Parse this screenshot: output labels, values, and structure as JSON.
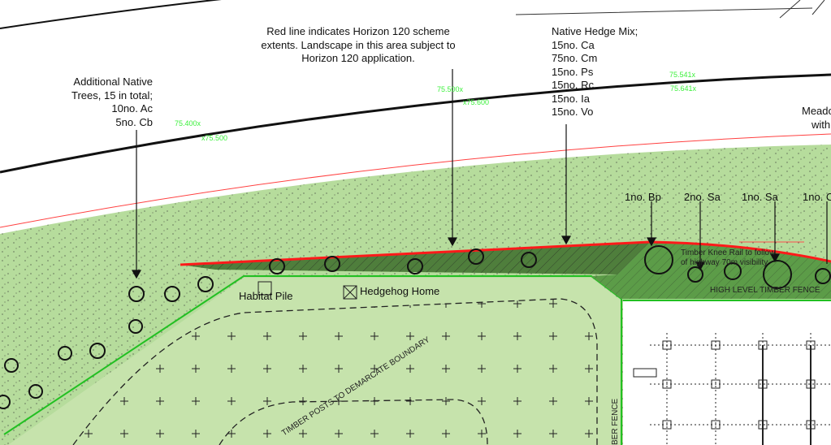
{
  "annotations": {
    "native_trees": [
      "Additional Native",
      "Trees, 15 in total;",
      "10no. Ac",
      "5no. Cb"
    ],
    "red_line": [
      "Red line indicates Horizon 120 scheme",
      "extents. Landscape in this area subject to",
      "Horizon 120 application."
    ],
    "hedge_mix": [
      "Native Hedge Mix;",
      "15no. Ca",
      "75no. Cm",
      "15no. Ps",
      "15no. Rc",
      "15no. Ia",
      "15no. Vo"
    ],
    "meadow": [
      "Meado",
      "with"
    ],
    "trees": [
      "1no. Bp",
      "2no. Sa",
      "1no. Sa",
      "1no. C"
    ]
  },
  "levels": [
    "75.400x",
    "x75.500",
    "75.500x",
    "x75.600",
    "75.541x",
    "75.641x"
  ],
  "features": {
    "habitat_pile": "Habitat Pile",
    "hedgehog_home": "Hedgehog Home",
    "knee_rail": [
      "Timber Knee Rail to follow",
      "of highway 70m visibility"
    ],
    "high_fence": "HIGH LEVEL TIMBER FENCE",
    "posts": "TIMBER POSTS TO DEMARCATE BOUNDARY",
    "fence_side": "BER FENCE"
  },
  "colors": {
    "grass": "#b6dc9c",
    "inner": "#c6e3ac",
    "dark": "#5c9c48",
    "redline": "#ff2020",
    "level": "#3cf03c"
  }
}
